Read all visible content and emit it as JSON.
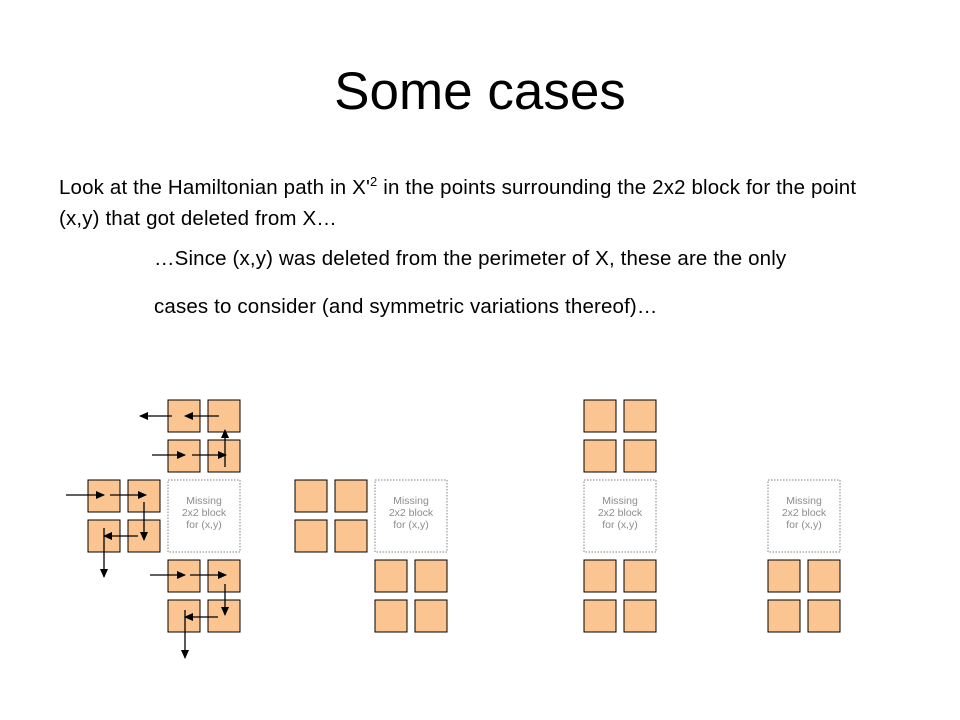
{
  "slide": {
    "title": "Some cases",
    "paragraph_1_before": "Look at the Hamiltonian path in X'",
    "paragraph_1_sup": "2",
    "paragraph_1_after": " in the points surrounding the 2x2 block for the point (x,y) that got deleted from X…",
    "paragraph_2": "…Since (x,y) was deleted from the perimeter of X, these are the only",
    "paragraph_3": "cases to consider (and symmetric variations thereof)…"
  },
  "diagram": {
    "colors": {
      "cell_fill": "#FAC591",
      "cell_stroke": "#000000",
      "missing_stroke": "#808080",
      "missing_text": "#8C8C8C"
    },
    "missing_block_lines": [
      "Missing",
      "2x2 block",
      "for (x,y)"
    ],
    "cases": [
      {
        "name": "case-1",
        "blocks": [
          "top",
          "left",
          "bottom"
        ],
        "arrows": true
      },
      {
        "name": "case-2",
        "blocks": [
          "left",
          "bottom"
        ],
        "arrows": false
      },
      {
        "name": "case-3",
        "blocks": [
          "top",
          "bottom"
        ],
        "arrows": false
      },
      {
        "name": "case-4",
        "blocks": [
          "bottom"
        ],
        "arrows": false
      }
    ]
  }
}
